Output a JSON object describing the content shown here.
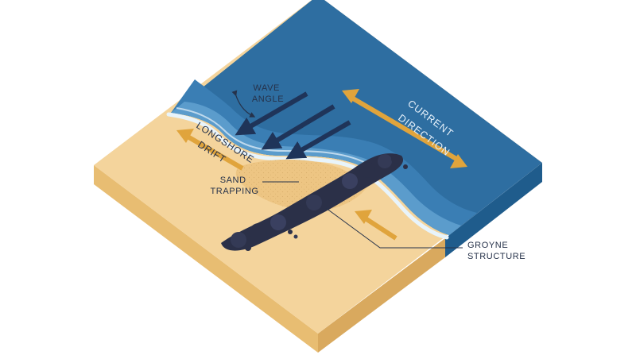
{
  "labels": {
    "wave_angle": [
      "WAVE",
      "ANGLE"
    ],
    "longshore_drift": [
      "LONGSHORE",
      "DRIFT"
    ],
    "sand_trapping": [
      "SAND",
      "TRAPPING"
    ],
    "groyne_structure": [
      "GROYNE",
      "STRUCTURE"
    ],
    "current_direction": [
      "CURRENT",
      "DIRECTION"
    ]
  },
  "colors": {
    "sea_deep": "#2e6ea1",
    "sea_mid": "#3a7eb4",
    "sea_shallow": "#5b9ccc",
    "foam": "#e8f4fb",
    "sand_top": "#f4d49c",
    "sand_side_left": "#e8bd72",
    "sand_side_right": "#d9a95e",
    "sea_side": "#1f5c8c",
    "wave_arrow": "#1f3459",
    "drift_arrow": "#e0a43c",
    "groyne": "#2b3048",
    "label_text": "#26324a"
  }
}
